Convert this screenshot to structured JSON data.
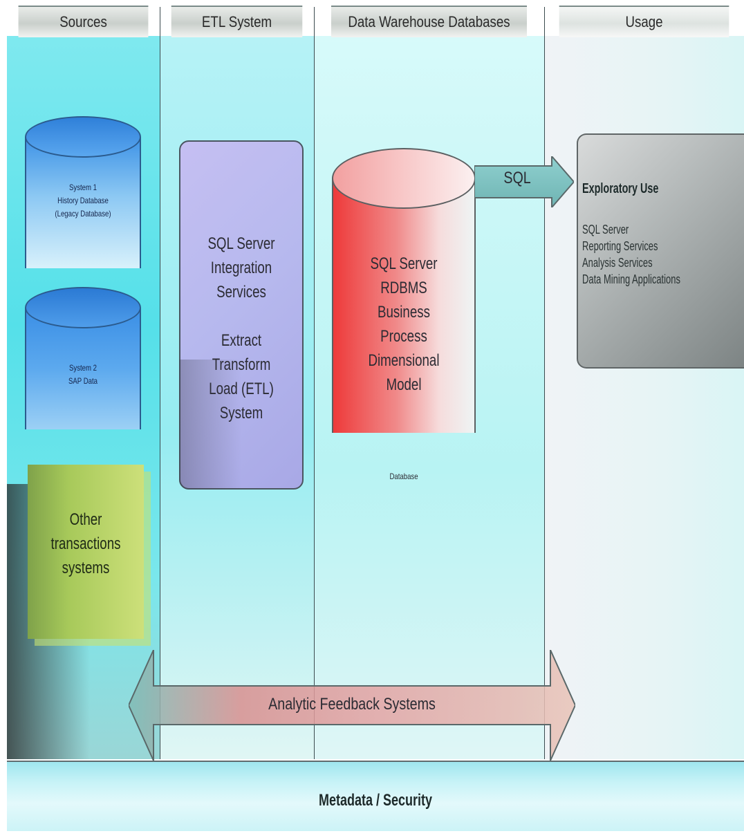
{
  "headers": {
    "sources": "Sources",
    "etl": "ETL System",
    "dw": "Data Warehouse Databases",
    "usage": "Usage"
  },
  "sources": {
    "system1": [
      "System 1",
      "History Database",
      "(Legacy Database)"
    ],
    "system2": [
      "System 2",
      "SAP Data"
    ],
    "other": [
      "Other",
      "transactions",
      "systems"
    ]
  },
  "etl": {
    "block1": [
      "SQL Server",
      "Integration",
      "Services"
    ],
    "block2": [
      "Extract Transform",
      "Load (ETL)",
      "System"
    ]
  },
  "dw": {
    "database": [
      "SQL Server",
      "RDBMS",
      "Business",
      "Process",
      "Dimensional",
      "Model"
    ],
    "caption": "Database",
    "arrow_label": "SQL"
  },
  "usage": {
    "title": "Exploratory Use",
    "items": [
      "SQL Server",
      "Reporting Services",
      "Analysis Services",
      "Data Mining Applications"
    ]
  },
  "feedback": "Analytic Feedback Systems",
  "bottom": "Metadata / Security"
}
